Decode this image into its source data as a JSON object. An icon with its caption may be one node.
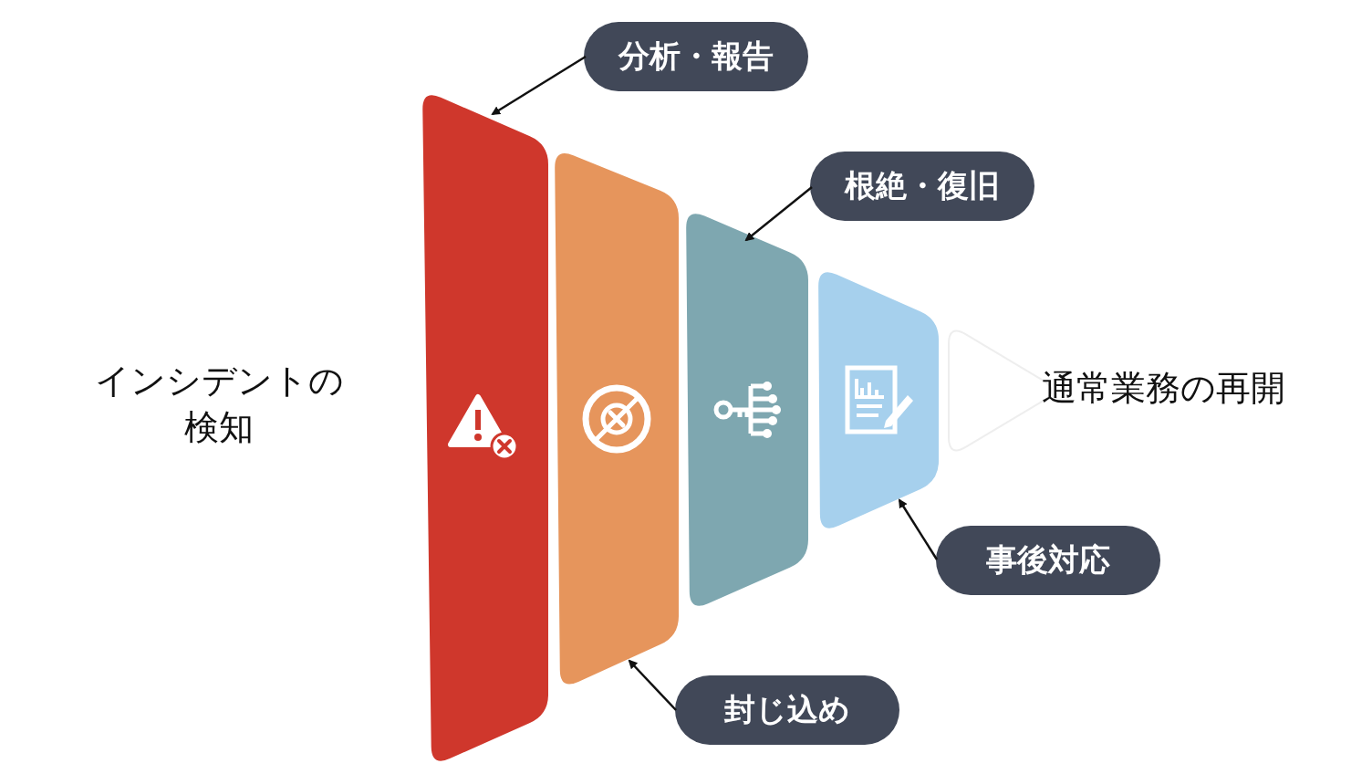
{
  "diagram": {
    "nodes": [
      {
        "text": [],
        "shape": "bar"
      },
      {
        "text": [],
        "shape": "bar"
      },
      {
        "text": [],
        "shape": "bar"
      },
      {
        "text": [],
        "shape": "bar"
      },
      {
        "text": [],
        "shape": "bar"
      },
      {
        "text": [
          "分析・報告"
        ]
      },
      {
        "text": [
          "根絶・復旧"
        ]
      },
      {
        "text": [
          "事後対応"
        ]
      },
      {
        "text": [
          "封じ込め"
        ]
      }
    ],
    "edges": [
      {
        "from": 5,
        "to": 0,
        "arrow": "to"
      },
      {
        "from": 6,
        "to": 2,
        "arrow": "to"
      },
      {
        "from": 7,
        "to": 3,
        "arrow": "to"
      },
      {
        "from": 8,
        "to": 1,
        "arrow": "to"
      }
    ],
    "labels": [
      "インシデントの検知",
      "通常業務の再開"
    ]
  }
}
